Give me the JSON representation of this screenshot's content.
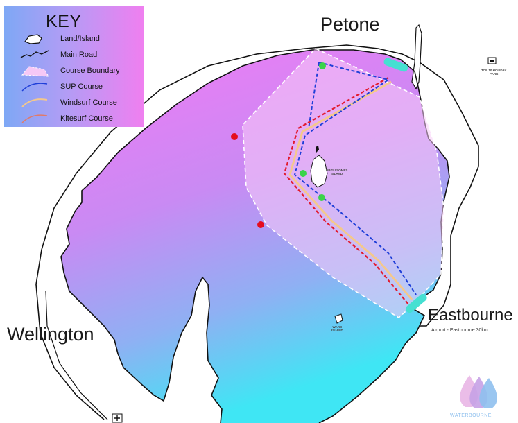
{
  "key": {
    "title": "KEY",
    "items": [
      {
        "label": "Land/Island",
        "icon": "island-icon"
      },
      {
        "label": "Main Road",
        "icon": "road-icon"
      },
      {
        "label": "Course Boundary",
        "icon": "boundary-icon"
      },
      {
        "label": "SUP Course",
        "icon": "sup-course-icon"
      },
      {
        "label": "Windsurf Course",
        "icon": "windsurf-course-icon"
      },
      {
        "label": "Kitesurf Course",
        "icon": "kitesurf-course-icon"
      }
    ]
  },
  "places": {
    "petone": "Petone",
    "wellington": "Wellington",
    "eastbourne": "Eastbourne",
    "eastbourne_note": "Airport - Eastbourne 30km",
    "matiu_island": [
      "MATIU/SOMES",
      "ISLAND"
    ],
    "ward_island": [
      "WARD",
      "ISLAND"
    ],
    "holiday_park": [
      "TOP 10 HOLIDAY",
      "PARK"
    ]
  },
  "logo_text": "WATERBOURNE",
  "colors": {
    "water_top": "#f27af4",
    "water_mid": "#b88cf3",
    "water_bottom": "#3fe2f5",
    "boundary_fill": "#f6c8f6",
    "sup_course": "#1f3fd8",
    "windsurf_course": "#f4c88c",
    "kitesurf_course": "#e21b2f",
    "start_marker": "#e50d1e",
    "buoy_marker": "#3bd34a",
    "beach": "#45e0d2"
  }
}
